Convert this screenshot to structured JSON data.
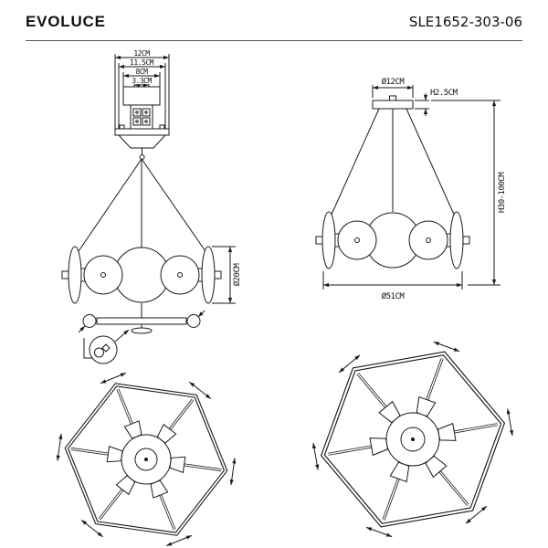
{
  "header": {
    "brand": "EVOLUCE",
    "model": "SLE1652-303-06"
  },
  "views": {
    "front_detail": {
      "dims": {
        "outer_width": "12CM",
        "mid_width": "11.5CM",
        "body_width": "8CM",
        "bracket_width": "3.3CM",
        "ring_diameter": "Ø20CM"
      }
    },
    "front": {
      "dims": {
        "canopy_diameter": "Ø12CM",
        "canopy_height": "H2.5CM",
        "hanging_height": "H30-100CM",
        "fixture_diameter": "Ø51CM"
      }
    }
  }
}
